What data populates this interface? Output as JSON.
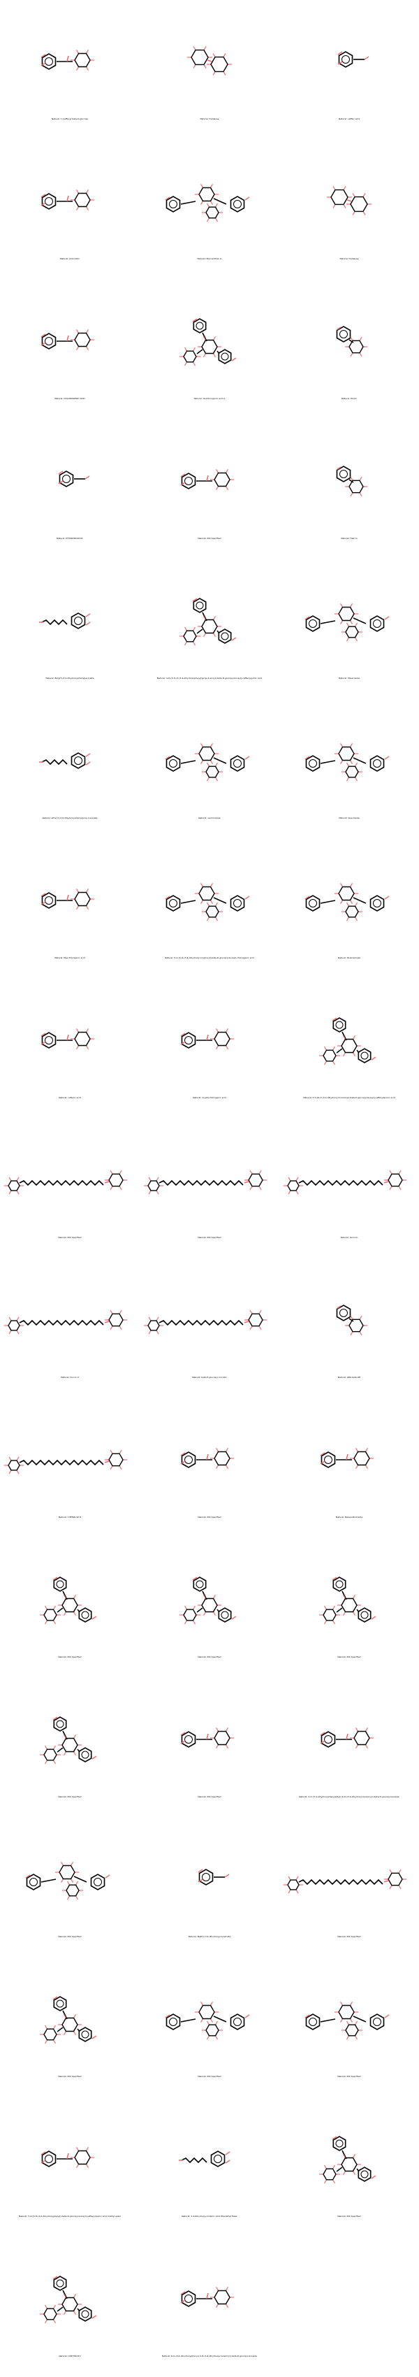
{
  "colors": {
    "bond": "#000000",
    "oxygen": "#f36b6b",
    "background": "#ffffff"
  },
  "molecules": [
    {
      "label": "Natural: 1-Caffeoyl-beta-D-glucose",
      "shape": "ester-sugar"
    },
    {
      "label": "Natural: trehalose",
      "shape": "disaccharide"
    },
    {
      "label": "Natural: caffeic acid",
      "shape": "small-acid"
    },
    {
      "label": "Natural: phloridzin",
      "shape": "ester-sugar"
    },
    {
      "label": "Natural: Macranthoin G",
      "shape": "long-branch"
    },
    {
      "label": "Natural: trehalose",
      "shape": "disaccharide"
    },
    {
      "label": "Natural: CHLOROGENIC ACID",
      "shape": "ester-sugar"
    },
    {
      "label": "Natural: Isochlorogenic acid A",
      "shape": "branched"
    },
    {
      "label": "Natural: Picein",
      "shape": "small-sugar"
    },
    {
      "label": "Natural: DTXSID5020231",
      "shape": "small-acid"
    },
    {
      "label": "Natural: Not-Specified",
      "shape": "ester-sugar"
    },
    {
      "label": "Natural: Helicin",
      "shape": "small-sugar"
    },
    {
      "label": "Natural: Butyl3-(3,4-dihydroxyphenyl)acrylate",
      "shape": "chain-aryl"
    },
    {
      "label": "Natural: 4-O-[3-O-(3-(3,4-dihydroxyphenyl)prop-2-enoyl)-beta-D-glucopyranosyl]-caffeoylquinic acid",
      "shape": "branched"
    },
    {
      "label": "Natural: Minecoside",
      "shape": "long-branch"
    },
    {
      "label": "Natural: ethyl 3-(3,4-dihydroxyphenyl)prop-2-enoate",
      "shape": "chain-aryl"
    },
    {
      "label": "Natural: verminoside",
      "shape": "long-branch"
    },
    {
      "label": "Natural: Specioside",
      "shape": "long-branch"
    },
    {
      "label": "Natural: Neochlorogenic acid",
      "shape": "ester-sugar"
    },
    {
      "label": "Natural: 5-O-[3-O-(3,4-dihydroxycinnamoyl)-beta-D-glucopyranosyl]-chlorogenic acid",
      "shape": "long-branch"
    },
    {
      "label": "Natural: Rosmarinate",
      "shape": "long-branch"
    },
    {
      "label": "Natural: caftaric acid",
      "shape": "ester-sugar"
    },
    {
      "label": "Natural: Cryptochlorogenic acid",
      "shape": "ester-sugar"
    },
    {
      "label": "Natural: 3-O-[6-O-(3,4-dihydroxycinnamoyl)-beta-D-glucopyranosyl]-caffeoylquinic acid",
      "shape": "branched"
    },
    {
      "label": "Natural: Not-Specified",
      "shape": "polyene-long"
    },
    {
      "label": "Natural: Not-Specified",
      "shape": "polyene-long"
    },
    {
      "label": "Natural: dicrocin",
      "shape": "polyene-long"
    },
    {
      "label": "Natural: Crocin-4",
      "shape": "polyene-long"
    },
    {
      "label": "Natural: beta-D-glucosyl crocetin",
      "shape": "polyene-long"
    },
    {
      "label": "Natural: ABA-beta-GE",
      "shape": "small-sugar"
    },
    {
      "label": "Natural: 138590-92-8",
      "shape": "polyene-long"
    },
    {
      "label": "Natural: Not-Specified",
      "shape": "ester-sugar"
    },
    {
      "label": "Natural: Resveratroloside",
      "shape": "ester-sugar"
    },
    {
      "label": "Natural: Not-Specified",
      "shape": "branched"
    },
    {
      "label": "Natural: Not-Specified",
      "shape": "branched"
    },
    {
      "label": "Natural: Not-Specified",
      "shape": "branched"
    },
    {
      "label": "Natural: Not-Specified",
      "shape": "branched"
    },
    {
      "label": "Natural: Not-Specified",
      "shape": "ester-sugar"
    },
    {
      "label": "Natural: 4-O-(3,4-dihydroxyphenylethyl)-6-O-(3,4-dihydroxycinnamoyl)-beta-D-glucopyranoside",
      "shape": "ester-sugar"
    },
    {
      "label": "Natural: Not-Specified",
      "shape": "long-branch"
    },
    {
      "label": "Natural: Methyl 3,4-dihydroxycinnamate",
      "shape": "small-acid"
    },
    {
      "label": "Natural: Not-Specified",
      "shape": "polyene-long"
    },
    {
      "label": "Natural: Not-Specified",
      "shape": "branched"
    },
    {
      "label": "Natural: Not-Specified",
      "shape": "long-branch"
    },
    {
      "label": "Natural: Not-Specified",
      "shape": "long-branch"
    },
    {
      "label": "Natural: 3-O-[4-O-(3,4-dihydroxyphenyl)-beta-D-glucopyranosyl]-caffeoylquinic acid methyl ester",
      "shape": "ester-sugar"
    },
    {
      "label": "Natural: 3,4-Dihydroxycinnamic Acid Phenethyl Ester",
      "shape": "chain-aryl"
    },
    {
      "label": "Natural: Not-Specified",
      "shape": "branched"
    },
    {
      "label": "Natural: C26H32O13",
      "shape": "branched"
    },
    {
      "label": "Natural: 6-O-(3,4-dihydroxyphenyl)-3-O-(3,4-dihydroxycinnamoyl)-beta-D-glucopyranoside",
      "shape": "ester-sugar"
    }
  ]
}
